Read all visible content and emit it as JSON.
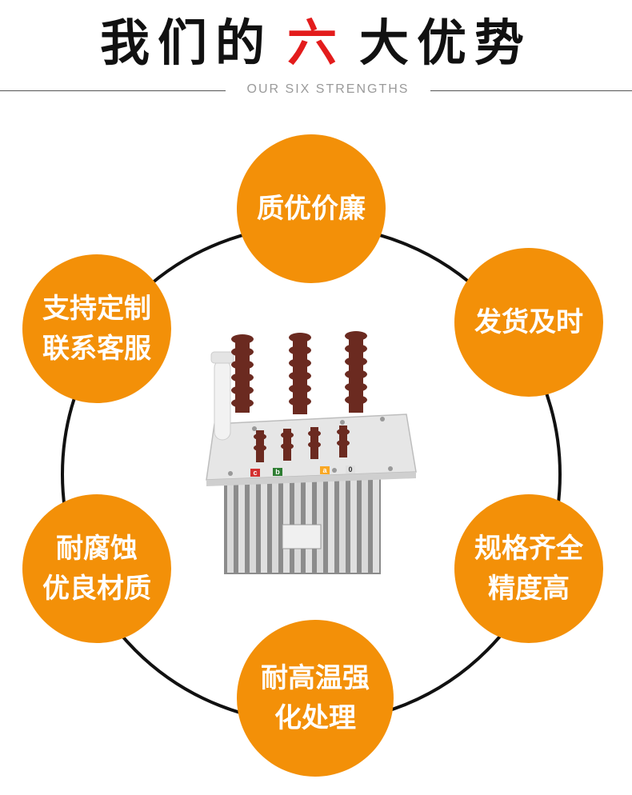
{
  "header": {
    "title_before": "我们的",
    "title_accent": "六",
    "title_after": "大优势",
    "subtitle": "OUR SIX STRENGTHS"
  },
  "strengths": [
    {
      "line1": "质优价廉",
      "line2": ""
    },
    {
      "line1": "支持定制",
      "line2": "联系客服"
    },
    {
      "line1": "发货及时",
      "line2": ""
    },
    {
      "line1": "耐腐蚀",
      "line2": "优良材质"
    },
    {
      "line1": "规格齐全",
      "line2": "精度高"
    },
    {
      "line1": "耐高温强",
      "line2": "化处理"
    }
  ],
  "product": {
    "terminal_labels": [
      "c",
      "b",
      "a",
      "0"
    ]
  },
  "colors": {
    "accent_red": "#e31c1c",
    "badge_orange": "#f39008",
    "ring": "#111111",
    "bushing": "#6b2a20"
  }
}
